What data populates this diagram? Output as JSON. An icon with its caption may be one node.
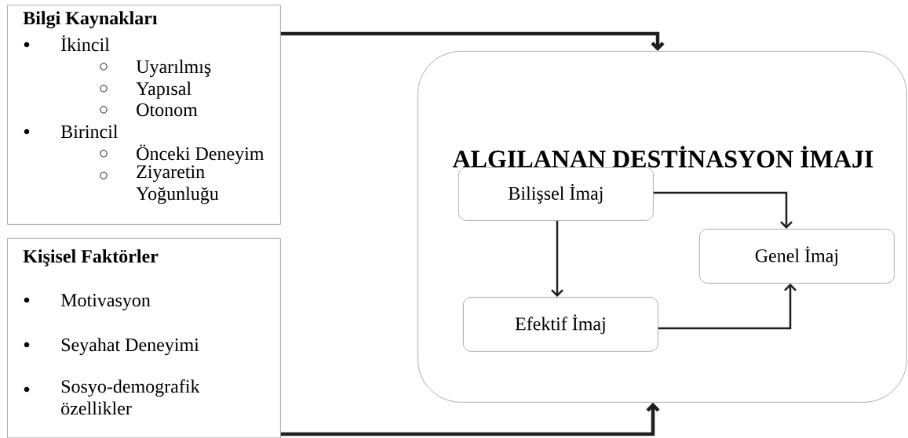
{
  "diagram": {
    "nodes": [
      {
        "text": [
          "Bilgi Kaynakları",
          "İkincil",
          "Uyarılmış",
          "Yapısal",
          "Otonom",
          "Birincil",
          "Önceki Deneyim",
          "Ziyaretin Yoğunluğu"
        ]
      },
      {
        "text": [
          "Kişisel Faktörler",
          "Motivasyon",
          "Seyahat Deneyimi",
          "Sosyo-demografik özellikler"
        ]
      },
      {
        "text": [
          "ALGILANAN DESTİNASYON İMAJI"
        ]
      },
      {
        "text": [
          "Bilişsel İmaj"
        ],
        "in": 2
      },
      {
        "text": [
          "Genel İmaj"
        ],
        "in": 2
      },
      {
        "text": [
          "Efektif İmaj"
        ],
        "in": 2
      }
    ],
    "edges": [
      {
        "from": 0,
        "to": 2,
        "arrow": "to",
        "style": "thick"
      },
      {
        "from": 1,
        "to": 2,
        "arrow": "to",
        "style": "thick"
      },
      {
        "from": 3,
        "to": 5,
        "arrow": "to"
      },
      {
        "from": 3,
        "to": 4,
        "arrow": "to"
      },
      {
        "from": 5,
        "to": 4,
        "arrow": "to"
      }
    ]
  }
}
